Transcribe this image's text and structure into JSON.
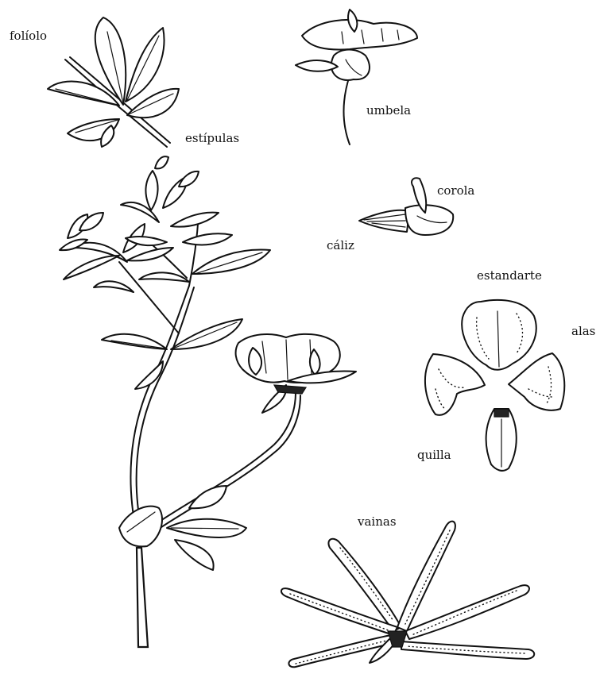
{
  "labels": {
    "foliolo": "folíolo",
    "estipulas": "estípulas",
    "umbela": "umbela",
    "corola": "corola",
    "caliz": "cáliz",
    "estandarte": "estandarte",
    "alas": "alas",
    "quilla": "quilla",
    "vainas": "vainas"
  }
}
